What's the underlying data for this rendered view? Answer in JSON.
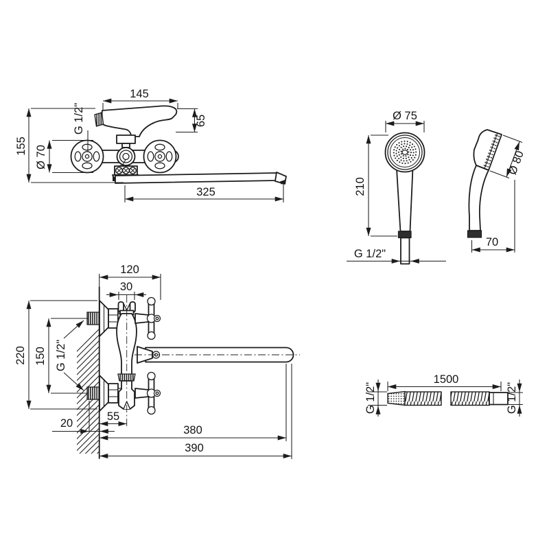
{
  "drawing": {
    "background": "#ffffff",
    "ink": "#1c1c1c",
    "views": {
      "faucet_front": {
        "dims": {
          "lever_length": "145",
          "shower_outlet_thread": "G 1/2\"",
          "lever_height": "65",
          "handwheel_diameter": "Ø 70",
          "overall_height": "155",
          "spout_length": "325"
        }
      },
      "shower_front": {
        "dims": {
          "head_diameter": "Ø 75",
          "overall_length": "210",
          "handle_thread": "G 1/2\""
        }
      },
      "shower_side": {
        "dims": {
          "face_diameter": "Ø 80",
          "base_depth": "70"
        }
      },
      "faucet_top": {
        "dims": {
          "body_width": "120",
          "tail_width": "30",
          "overall_height": "220",
          "inlet_spacing": "150",
          "inlet_thread": "G 1/2\"",
          "wall_clearance": "20",
          "wall_to_axis": "55",
          "spout_reach": "380",
          "overall_reach": "390"
        }
      },
      "hose": {
        "dims": {
          "length": "1500",
          "left_thread": "G 1/2\"",
          "right_thread": "G 1/2\""
        }
      }
    }
  }
}
